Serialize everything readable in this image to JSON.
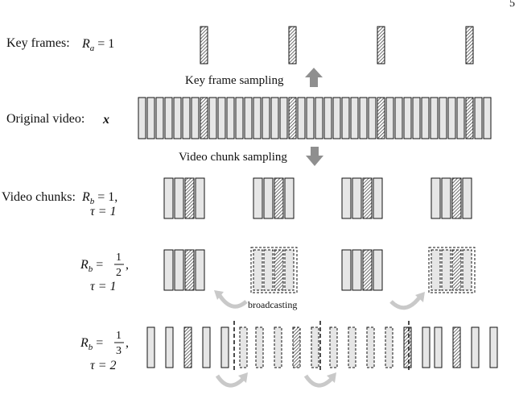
{
  "page_number": "5",
  "colors": {
    "frame_fill": "#e6e6e6",
    "frame_stroke": "#111111",
    "arrow_gray": "#8f8f8f",
    "curve_gray": "#c9c9c9"
  },
  "icons": {
    "up_arrow": "up-arrow-icon",
    "down_arrow": "down-arrow-icon",
    "curved_arrow": "curved-arrow-icon"
  },
  "labels": {
    "key_frames": "Key frames:",
    "key_frames_eq": {
      "var": "R",
      "sub": "a",
      "rest": " = 1"
    },
    "key_frame_sampling": "Key frame sampling",
    "original_video": "Original video:",
    "original_video_var": "x",
    "video_chunk_sampling": "Video chunk sampling",
    "video_chunks": "Video chunks:",
    "row1_eq": {
      "var": "R",
      "sub": "b",
      "rest": " = 1,",
      "tau": "τ = 1"
    },
    "row2_eq": {
      "var": "R",
      "sub": "b",
      "num": "1",
      "den": "2",
      "tau": "τ = 1"
    },
    "row3_eq": {
      "var": "R",
      "sub": "b",
      "num": "1",
      "den": "3",
      "tau": "τ = 2"
    },
    "broadcasting": "broadcasting"
  },
  "structure": {
    "original_frame_count": 40,
    "key_frame_indices": [
      7,
      17,
      27,
      37
    ],
    "chunk_size": 4
  }
}
